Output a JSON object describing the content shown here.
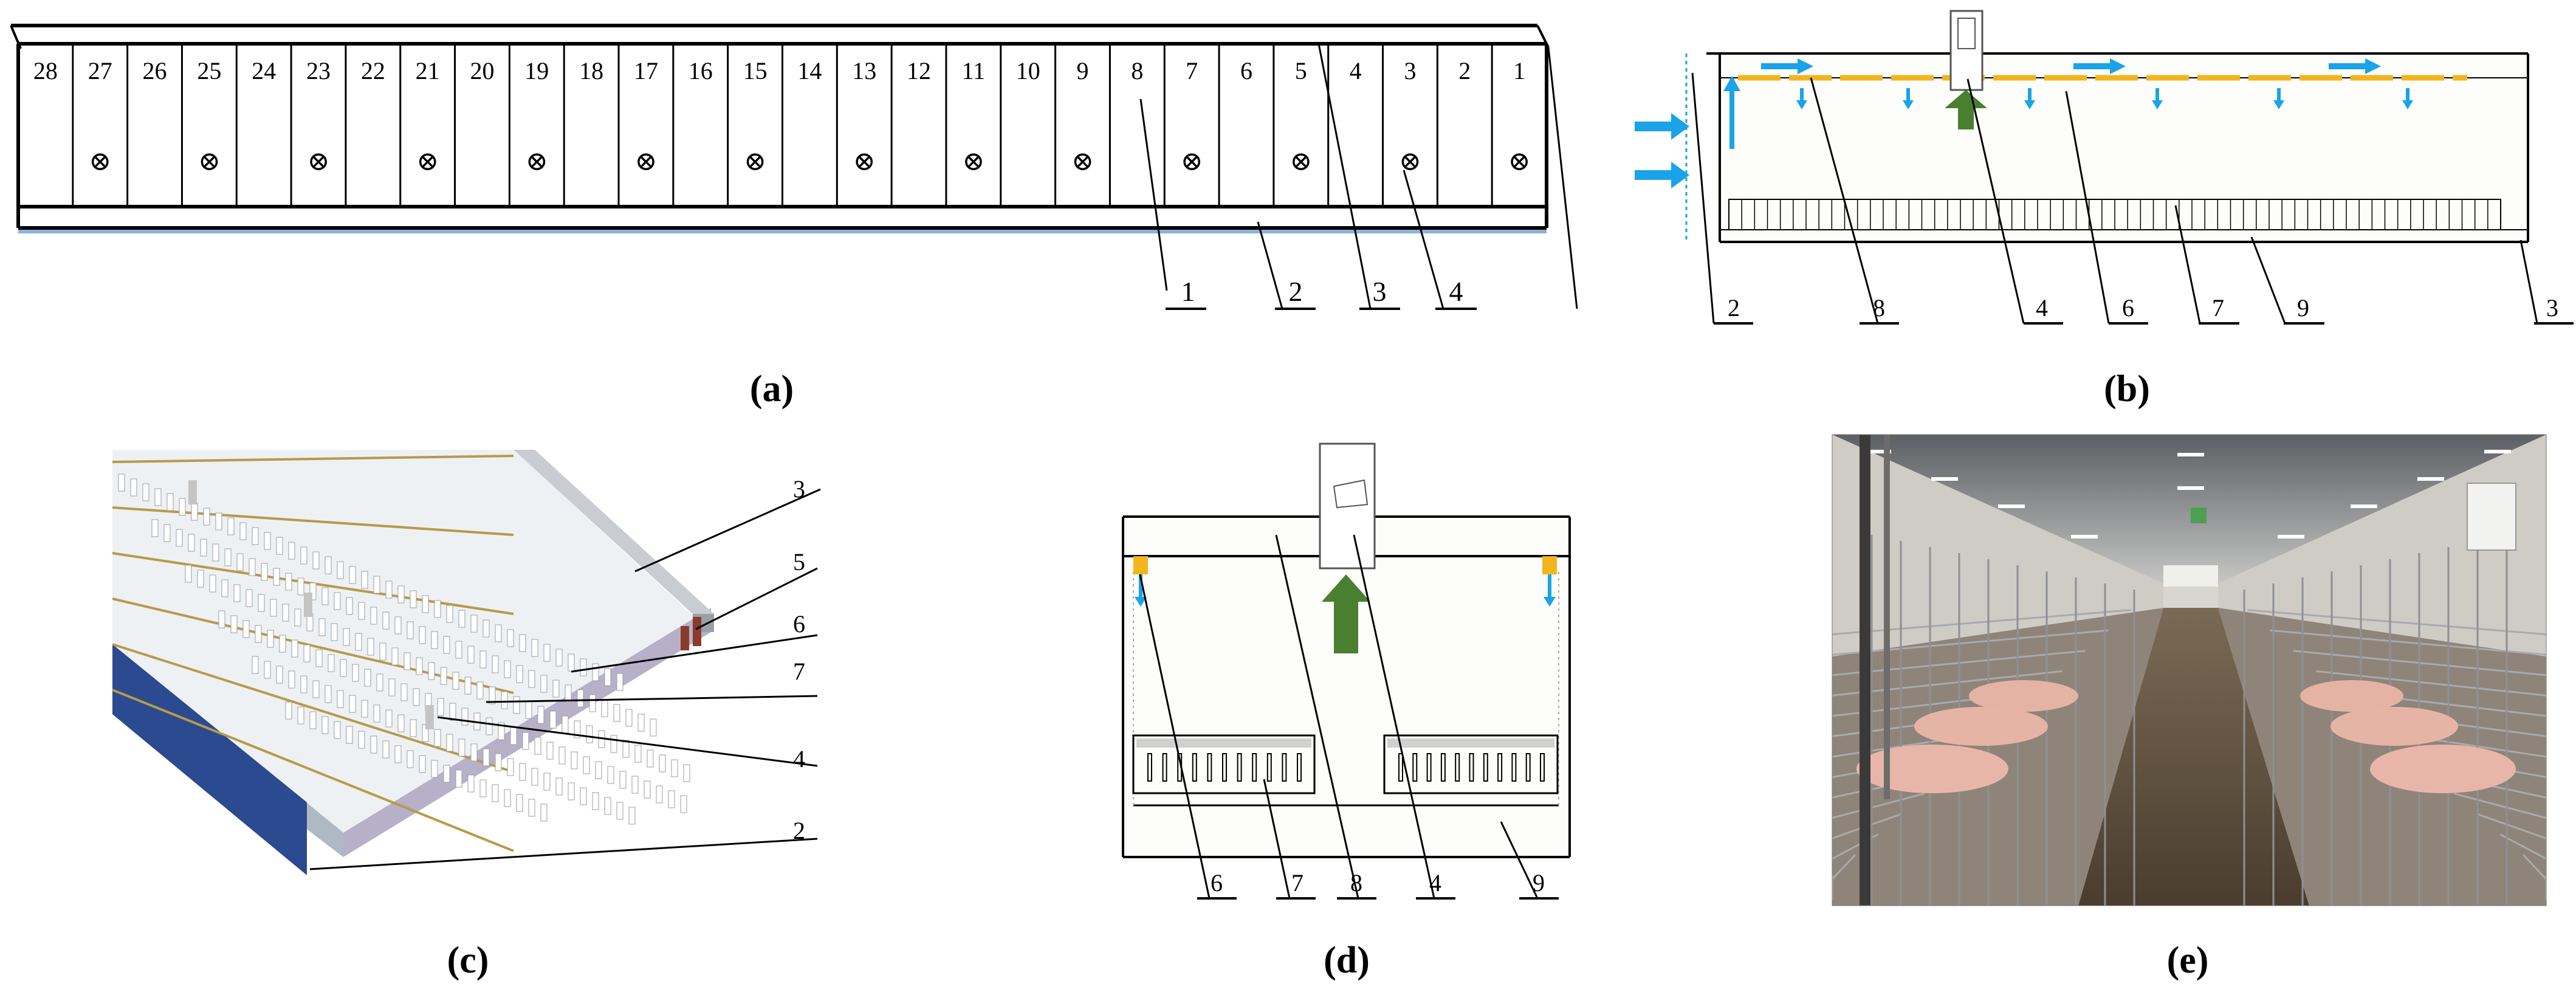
{
  "panel_labels": {
    "a": "(a)",
    "b": "(b)",
    "c": "(c)",
    "d": "(d)",
    "e": "(e)"
  },
  "panel_a": {
    "room_numbers": [
      "28",
      "27",
      "26",
      "25",
      "24",
      "23",
      "22",
      "21",
      "20",
      "19",
      "18",
      "17",
      "16",
      "15",
      "14",
      "13",
      "12",
      "11",
      "10",
      "9",
      "8",
      "7",
      "6",
      "5",
      "4",
      "3",
      "2",
      "1"
    ],
    "fan_rooms": [
      "27",
      "25",
      "23",
      "21",
      "19",
      "17",
      "15",
      "13",
      "11",
      "9",
      "7",
      "5",
      "3",
      "1"
    ],
    "fan_symbol": "⊗",
    "callouts": [
      "1",
      "2",
      "3",
      "4"
    ]
  },
  "panel_b": {
    "callouts": [
      "2",
      "8",
      "4",
      "6",
      "7",
      "9",
      "3"
    ]
  },
  "panel_c": {
    "callouts": [
      "3",
      "5",
      "6",
      "7",
      "4",
      "2"
    ]
  },
  "panel_d": {
    "callouts": [
      "6",
      "7",
      "8",
      "4",
      "9"
    ]
  },
  "panel_e": {
    "description": ""
  },
  "colors": {
    "air_arrow": "#1aa3e8",
    "inlet_arrow": "#4a7f2f",
    "duct_yellow": "#f2b51c",
    "wall_blue": "#2b4a8f",
    "frame": "#000000",
    "floor_line": "#8fb0d9"
  }
}
